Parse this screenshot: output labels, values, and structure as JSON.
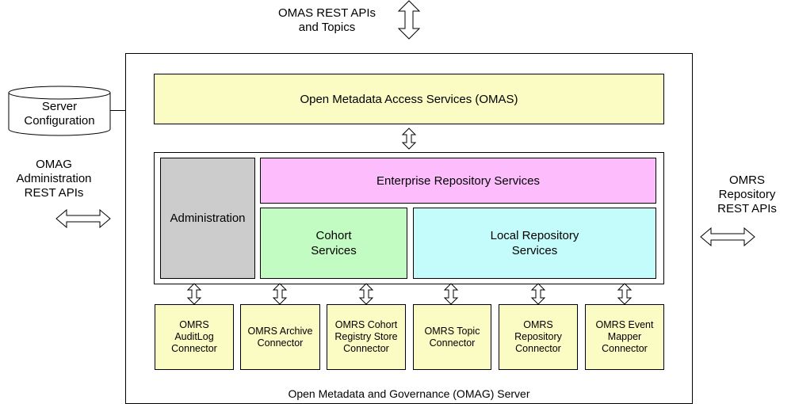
{
  "top_api_label": "OMAS REST APIs\nand Topics",
  "server_config_label": "Server\nConfiguration",
  "omag_admin_label": "OMAG\nAdministration\nREST APIs",
  "omrs_repo_label": "OMRS\nRepository\nREST APIs",
  "server_caption": "Open Metadata and Governance (OMAG) Server",
  "omas_label": "Open Metadata Access Services (OMAS)",
  "administration_label": "Administration",
  "enterprise_label": "Enterprise Repository Services",
  "cohort_label": "Cohort\nServices",
  "local_repo_label": "Local Repository\nServices",
  "connectors": [
    {
      "label": "OMRS\nAuditLog\nConnector"
    },
    {
      "label": "OMRS Archive\nConnector"
    },
    {
      "label": "OMRS Cohort\nRegistry Store\nConnector"
    },
    {
      "label": "OMRS Topic\nConnector"
    },
    {
      "label": "OMRS\nRepository\nConnector"
    },
    {
      "label": "OMRS Event\nMapper\nConnector"
    }
  ],
  "colors": {
    "omas": "#fbfbc4",
    "administration": "#cccccc",
    "enterprise": "#fdbdfd",
    "cohort": "#c2fcc2",
    "local_repo": "#c4fcfc",
    "connector": "#fbfbc4"
  }
}
